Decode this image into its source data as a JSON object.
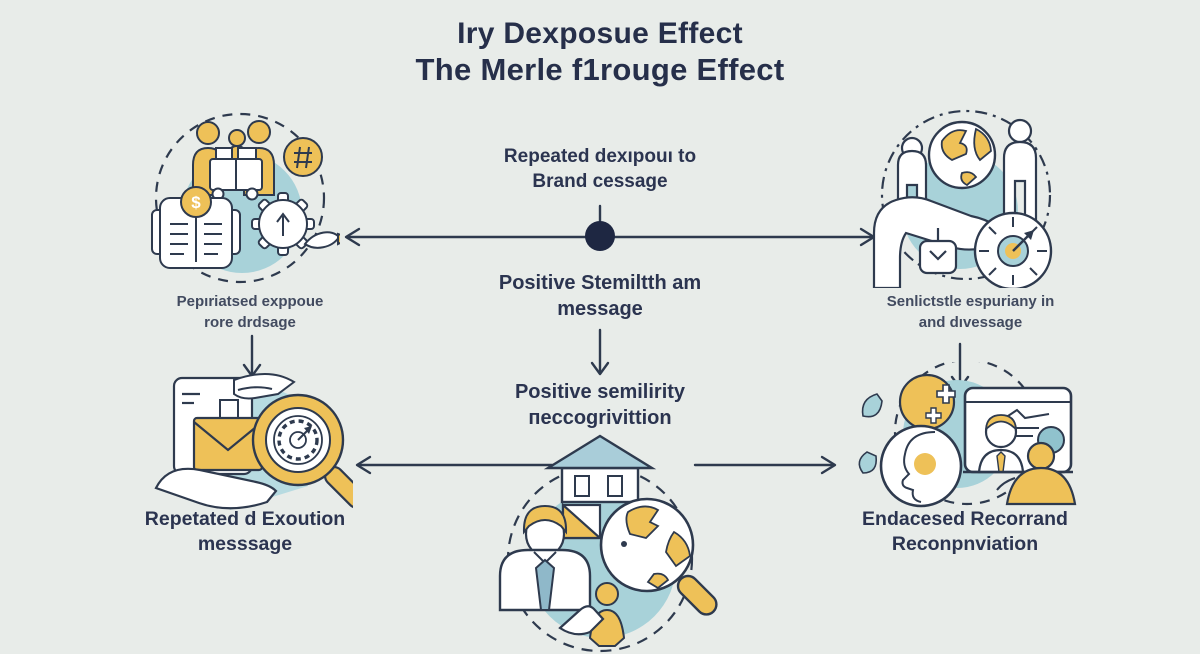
{
  "title": {
    "line1": "Iry Dexposue Effect",
    "line2": "The Merle f1rouge Effect"
  },
  "flow": {
    "step1": {
      "line1": "Repeated dexıpouı to",
      "line2": "Brand cessage"
    },
    "step2": {
      "line1": "Positive Stemiltth am",
      "line2": "message"
    },
    "step3": {
      "line1": "Positive semilirity",
      "line2": "пeccogrivittion"
    }
  },
  "left": {
    "caption": {
      "line1": "Pepıriatsed exppoue",
      "line2": "rore drdsage"
    },
    "label": {
      "line1": "Repetated d Exoution",
      "line2": "messsage"
    }
  },
  "right": {
    "caption": {
      "line1": "Senlictstle espuriany in",
      "line2": "and dıvessage"
    },
    "label": {
      "line1": "Endacesed Recorrand",
      "line2": "Reconpnviation"
    }
  },
  "glyphs": {
    "dollar": "$"
  },
  "colors": {
    "background": "#e8ece9",
    "ink": "#2b3450",
    "outline": "#2e3a4e",
    "teal_blob": "#a8d2d9",
    "yellow": "#eec158",
    "roof_blue": "#a9cdd9",
    "white": "#ffffff",
    "dot": "#1e2742"
  },
  "icon_names": {
    "top_left": [
      "shoppers-cart-icon",
      "coin-icon",
      "ledger-book-icon",
      "dollar-badge-icon",
      "gear-icon",
      "bird-icon"
    ],
    "top_right": [
      "globe-icon",
      "person-icon",
      "giving-hand-icon",
      "package-icon",
      "gauge-clock-icon"
    ],
    "bottom_left": [
      "document-icon",
      "envelope-icon",
      "picking-hand-icon",
      "holding-hand-icon",
      "magnifier-target-icon"
    ],
    "bottom_center": [
      "house-icon",
      "businessman-icon",
      "split-square-icon",
      "globe-magnifier-icon",
      "child-icon",
      "hand-icon"
    ],
    "bottom_right": [
      "brain-plus-icon",
      "leaf-icon",
      "head-profile-icon",
      "presentation-window-icon",
      "person-silhouette-icon"
    ]
  }
}
